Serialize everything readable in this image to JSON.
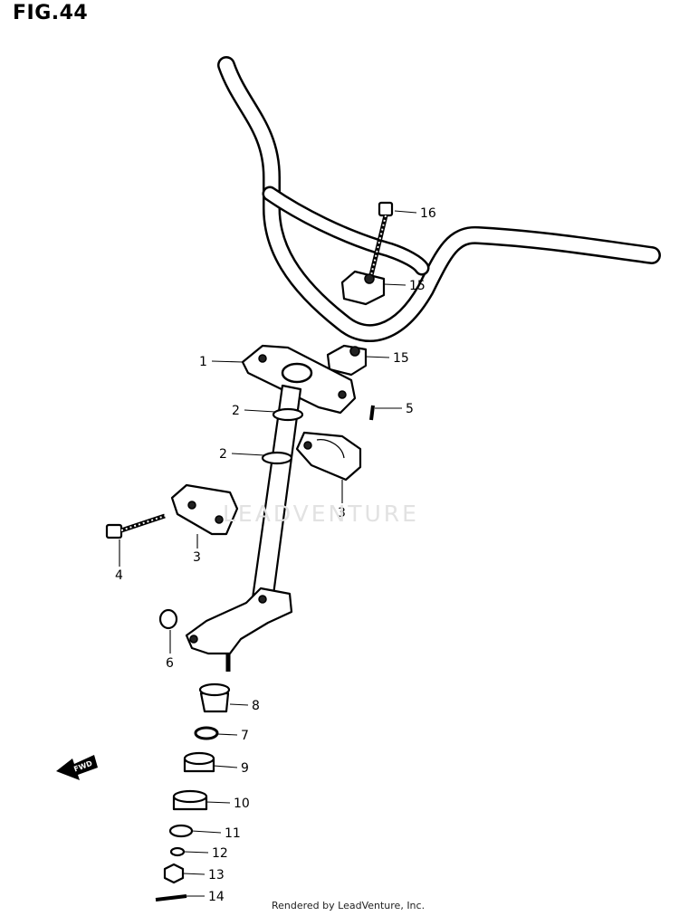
{
  "figure": {
    "title": "FIG.44",
    "watermark": "LEADVENTURE",
    "credit": "Rendered by LeadVenture, Inc.",
    "fwd_label": "FWD"
  },
  "callouts": [
    {
      "id": "c16",
      "label": "16"
    },
    {
      "id": "c15a",
      "label": "15"
    },
    {
      "id": "c15b",
      "label": "15"
    },
    {
      "id": "c1",
      "label": "1"
    },
    {
      "id": "c5",
      "label": "5"
    },
    {
      "id": "c2a",
      "label": "2"
    },
    {
      "id": "c2b",
      "label": "2"
    },
    {
      "id": "c3a",
      "label": "3"
    },
    {
      "id": "c3b",
      "label": "3"
    },
    {
      "id": "c4",
      "label": "4"
    },
    {
      "id": "c6",
      "label": "6"
    },
    {
      "id": "c8",
      "label": "8"
    },
    {
      "id": "c7",
      "label": "7"
    },
    {
      "id": "c9",
      "label": "9"
    },
    {
      "id": "c10",
      "label": "10"
    },
    {
      "id": "c11",
      "label": "11"
    },
    {
      "id": "c12",
      "label": "12"
    },
    {
      "id": "c13",
      "label": "13"
    },
    {
      "id": "c14",
      "label": "14"
    }
  ]
}
